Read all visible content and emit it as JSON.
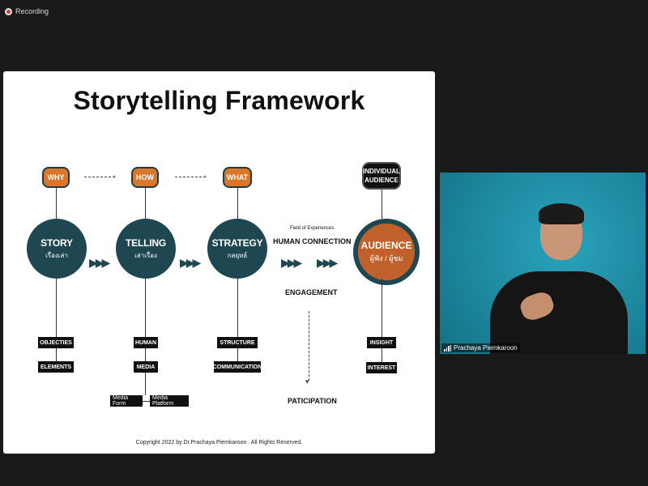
{
  "recording": {
    "label": "Recording"
  },
  "slide": {
    "title": "Storytelling  Framework",
    "top_labels": [
      "WHY",
      "HOW",
      "WHAT"
    ],
    "audience_label_line1": "INDIVIDUAL",
    "audience_label_line2": "AUDIENCE",
    "circles": [
      {
        "title": "STORY",
        "sub": "เรื่องเล่า"
      },
      {
        "title": "TELLING",
        "sub": "เล่าเรื่อง"
      },
      {
        "title": "STRATEGY",
        "sub": "กลยุทธ์"
      }
    ],
    "audience": {
      "title": "AUDIENCE",
      "sub": "ผู้ฟัง / ผู้ชม"
    },
    "field_of_experiences": "Field of Experiences",
    "human_connection": "HUMAN CONNECTION",
    "engagement": "ENGAGEMENT",
    "paticipation": "PATICIPATION",
    "boxes": {
      "objecties": "OBJECTIES",
      "elements": "ELEMENTS",
      "human": "HUMAN",
      "media": "MEDIA",
      "media_form": "Media Form",
      "media_platform": "Media Platform",
      "structure": "STRUCTURE",
      "communication": "COMMUNICATION",
      "insight": "INSIGHT",
      "interest": "INTEREST"
    },
    "copyright": "Copyright 2022  by Dr.Prachaya Piemkaroon . All Rights Reserved."
  },
  "video": {
    "participant_name": "Prachaya Piemkaroon"
  }
}
